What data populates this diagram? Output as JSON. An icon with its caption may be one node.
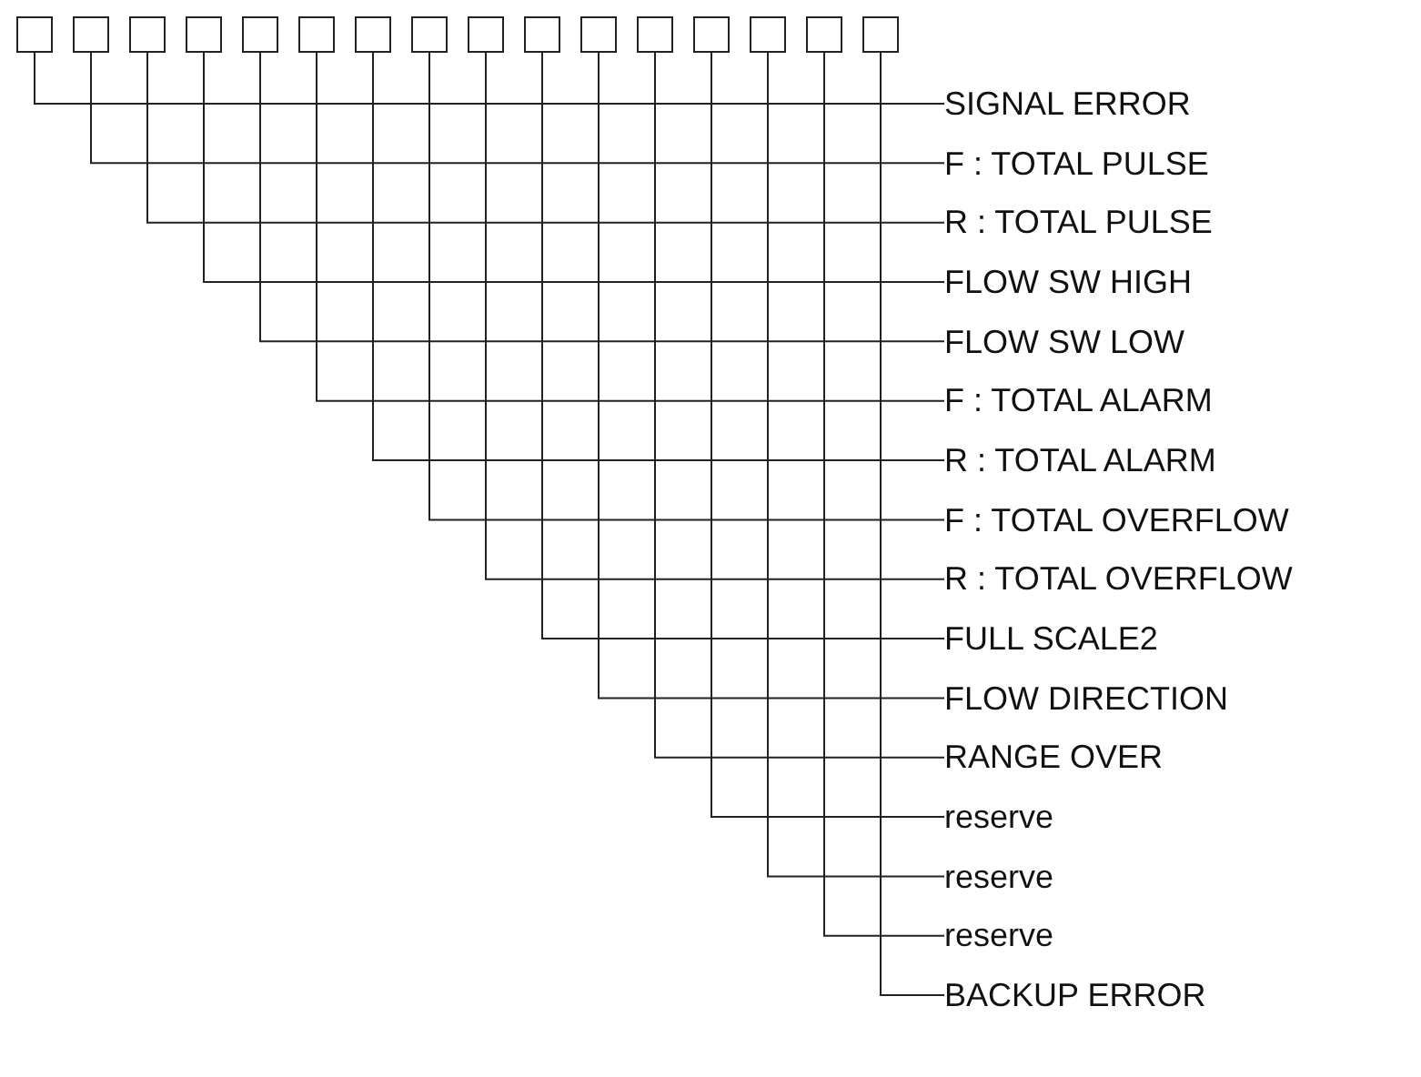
{
  "diagram": {
    "nodes": [
      {
        "text": [],
        "shape": "box"
      },
      {
        "text": [],
        "shape": "box"
      },
      {
        "text": [],
        "shape": "box"
      },
      {
        "text": [],
        "shape": "box"
      },
      {
        "text": [],
        "shape": "box"
      },
      {
        "text": [],
        "shape": "box"
      },
      {
        "text": [],
        "shape": "box"
      },
      {
        "text": [],
        "shape": "box"
      },
      {
        "text": [],
        "shape": "box"
      },
      {
        "text": [],
        "shape": "box"
      },
      {
        "text": [],
        "shape": "box"
      },
      {
        "text": [],
        "shape": "box"
      },
      {
        "text": [],
        "shape": "box"
      },
      {
        "text": [],
        "shape": "box"
      },
      {
        "text": [],
        "shape": "box"
      },
      {
        "text": [],
        "shape": "box"
      },
      {
        "text": [
          "SIGNAL ERROR"
        ]
      },
      {
        "text": [
          "F : TOTAL PULSE"
        ]
      },
      {
        "text": [
          "R : TOTAL PULSE"
        ]
      },
      {
        "text": [
          "FLOW SW HIGH"
        ]
      },
      {
        "text": [
          "FLOW SW LOW"
        ]
      },
      {
        "text": [
          "F : TOTAL ALARM"
        ]
      },
      {
        "text": [
          "R : TOTAL ALARM"
        ]
      },
      {
        "text": [
          "F : TOTAL OVERFLOW"
        ]
      },
      {
        "text": [
          "R : TOTAL OVERFLOW"
        ]
      },
      {
        "text": [
          "FULL SCALE2"
        ]
      },
      {
        "text": [
          "FLOW DIRECTION"
        ]
      },
      {
        "text": [
          "RANGE OVER"
        ]
      },
      {
        "text": [
          "reserve"
        ]
      },
      {
        "text": [
          "reserve"
        ]
      },
      {
        "text": [
          "reserve"
        ]
      },
      {
        "text": [
          "BACKUP ERROR"
        ]
      }
    ],
    "edges": [
      {
        "from": 0,
        "to": 16,
        "arrow": "none"
      },
      {
        "from": 1,
        "to": 17,
        "arrow": "none"
      },
      {
        "from": 2,
        "to": 18,
        "arrow": "none"
      },
      {
        "from": 3,
        "to": 19,
        "arrow": "none"
      },
      {
        "from": 4,
        "to": 20,
        "arrow": "none"
      },
      {
        "from": 5,
        "to": 21,
        "arrow": "none"
      },
      {
        "from": 6,
        "to": 22,
        "arrow": "none"
      },
      {
        "from": 7,
        "to": 23,
        "arrow": "none"
      },
      {
        "from": 8,
        "to": 24,
        "arrow": "none"
      },
      {
        "from": 9,
        "to": 25,
        "arrow": "none"
      },
      {
        "from": 10,
        "to": 26,
        "arrow": "none"
      },
      {
        "from": 11,
        "to": 27,
        "arrow": "none"
      },
      {
        "from": 12,
        "to": 28,
        "arrow": "none"
      },
      {
        "from": 13,
        "to": 29,
        "arrow": "none"
      },
      {
        "from": 14,
        "to": 30,
        "arrow": "none"
      },
      {
        "from": 15,
        "to": 31,
        "arrow": "none"
      }
    ]
  }
}
